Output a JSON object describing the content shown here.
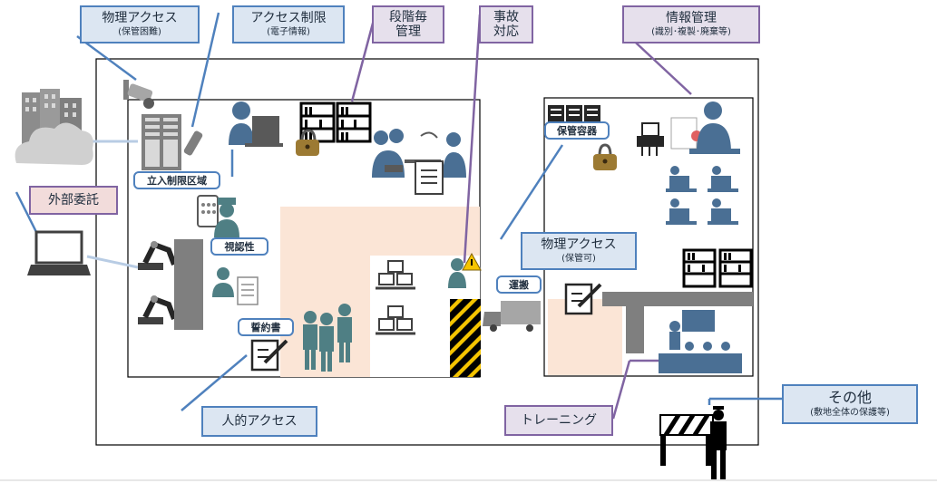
{
  "labels": {
    "physical_access_hard": {
      "main": "物理アクセス",
      "sub": "(保管困難)"
    },
    "access_restriction": {
      "main": "アクセス制限",
      "sub": "(電子情報)"
    },
    "stage_management": {
      "main": "段階毎\n管理"
    },
    "incident_response": {
      "main": "事故\n対応"
    },
    "info_management": {
      "main": "情報管理",
      "sub": "(識別･複製･廃棄等)"
    },
    "outsourcing": {
      "main": "外部委託"
    },
    "physical_access_possible": {
      "main": "物理アクセス",
      "sub": "(保管可)"
    },
    "human_access": {
      "main": "人的アクセス"
    },
    "training": {
      "main": "トレーニング"
    },
    "other": {
      "main": "その他",
      "sub": "(敷地全体の保護等)"
    }
  },
  "tags": {
    "restricted_area": "立入制限区域",
    "visibility": "視認性",
    "pledge": "誓約書",
    "storage_container": "保管容器",
    "transport": "運搬"
  },
  "colors": {
    "blue_border": "#4f81bd",
    "blue_fill": "#dce6f2",
    "purple_border": "#8064a2",
    "purple_fill": "#e6e0ec",
    "red_fill": "#f2dcdb",
    "people": "#4a6f94",
    "teal_people": "#4f7f84",
    "work_zone": "#fbe5d6",
    "hazard_yellow": "#f5c400"
  },
  "icons": [
    "buildings-cloud-icon",
    "cctv-camera-icon",
    "server-rack-icon",
    "card-reader-icon",
    "laptop-icon",
    "robot-arm-icon",
    "office-worker-icon",
    "bookshelf-icon",
    "padlock-icon",
    "meeting-people-icon",
    "document-icon",
    "shredder-icon",
    "desk-workers-icon",
    "pallet-boxes-icon",
    "warning-icon",
    "truck-icon",
    "pen-paper-icon",
    "training-class-icon",
    "barrier-guard-icon"
  ]
}
